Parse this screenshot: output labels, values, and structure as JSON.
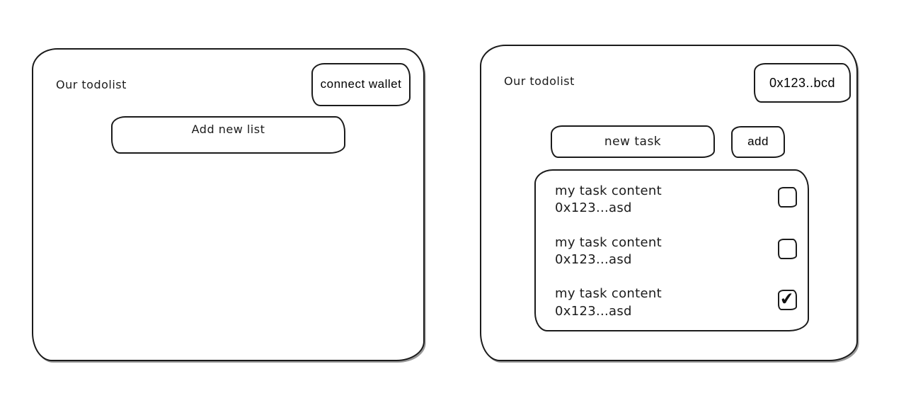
{
  "left_panel": {
    "title": "Our todolist",
    "connect_wallet_button": "connect wallet",
    "add_list_placeholder": "Add new list"
  },
  "right_panel": {
    "title": "Our todolist",
    "wallet_address_button": "0x123..bcd",
    "new_task_placeholder": "new task",
    "add_button": "add",
    "tasks": [
      {
        "content": "my task content",
        "address": "0x123...asd",
        "checked": false
      },
      {
        "content": "my task content",
        "address": "0x123...asd",
        "checked": false
      },
      {
        "content": "my task content",
        "address": "0x123...asd",
        "checked": true
      }
    ]
  },
  "icons": {
    "check": "✔"
  },
  "colors": {
    "ink": "#1b1b1b",
    "background": "#ffffff"
  }
}
